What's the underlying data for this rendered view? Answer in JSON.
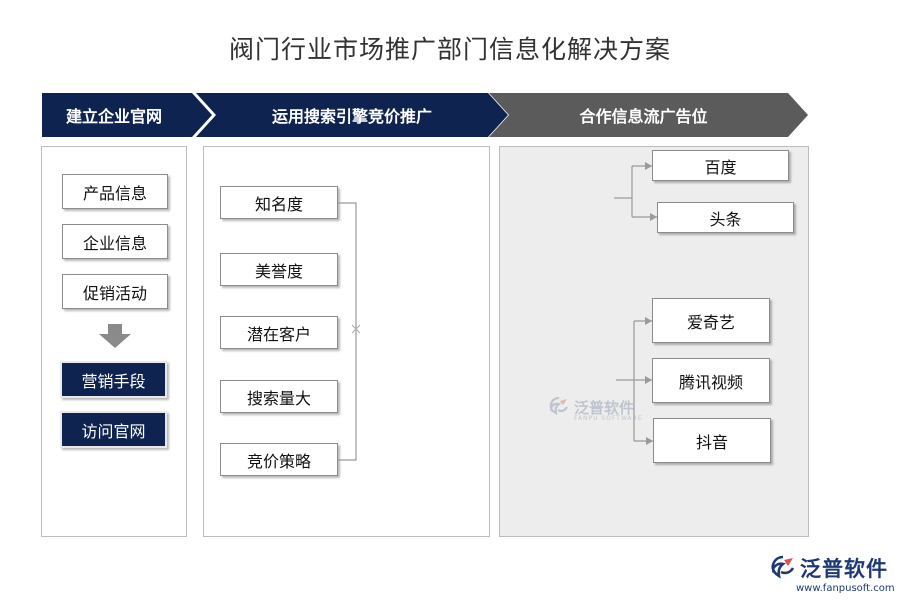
{
  "title": "阀门行业市场推广部门信息化解决方案",
  "columns": [
    {
      "heading": "建立企业官网"
    },
    {
      "heading": "运用搜索引擎竞价推广"
    },
    {
      "heading": "合作信息流广告位"
    }
  ],
  "col1": {
    "items": [
      "产品信息",
      "企业信息",
      "促销活动"
    ],
    "highlight": [
      "营销手段",
      "访问官网"
    ]
  },
  "col2": {
    "items": [
      "知名度",
      "美誉度",
      "潜在客户",
      "搜索量大",
      "竞价策略"
    ]
  },
  "col3": {
    "group1": [
      "百度",
      "头条"
    ],
    "group2": [
      "爱奇艺",
      "腾讯视频",
      "抖音"
    ]
  },
  "watermark": {
    "text": "泛普软件",
    "sub": "FANPU SOFTWARE"
  },
  "logo": {
    "text": "泛普软件",
    "url": "www.fanpusoft.com"
  },
  "colors": {
    "navy": "#0f2350",
    "gray_banner": "#5b5b5b",
    "panel_gray": "#ededed"
  }
}
